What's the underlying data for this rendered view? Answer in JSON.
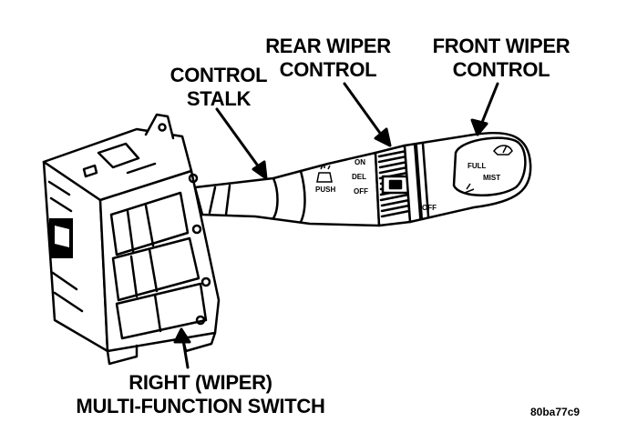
{
  "callouts": {
    "control_stalk": [
      "CONTROL",
      "STALK"
    ],
    "rear_wiper": [
      "REAR WIPER",
      "CONTROL"
    ],
    "front_wiper": [
      "FRONT WIPER",
      "CONTROL"
    ],
    "switch": [
      "RIGHT (WIPER)",
      "MULTI-FUNCTION SWITCH"
    ]
  },
  "markings": {
    "push": "PUSH",
    "on": "ON",
    "del": "DEL",
    "off_ring": "OFF",
    "off_band": "OFF",
    "full": "FULL",
    "mist": "MIST"
  },
  "figure_code": "80ba77c9",
  "icons": [
    "washer-spray-icon",
    "wiper-icon"
  ]
}
